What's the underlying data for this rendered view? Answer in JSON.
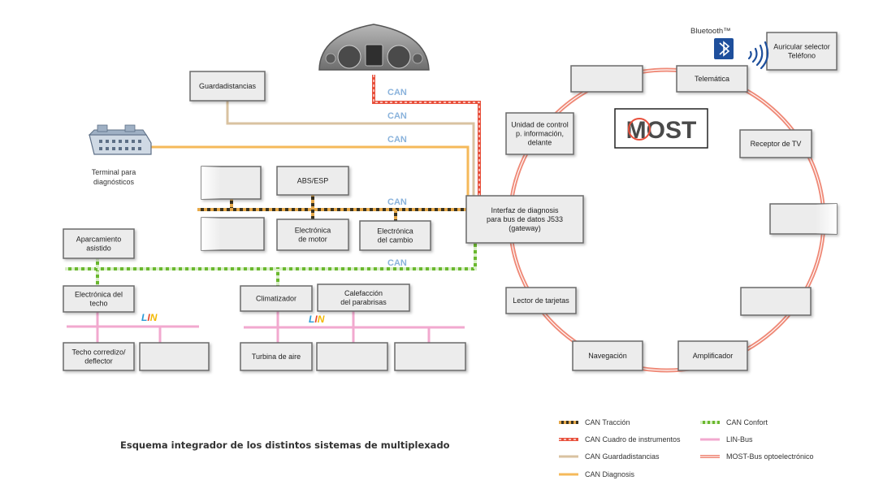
{
  "boxes": {
    "guardadistancias": [
      "Guardadistancias"
    ],
    "abs_esp": [
      "ABS/ESP"
    ],
    "electronica_motor": [
      "Electrónica",
      "de motor"
    ],
    "electronica_cambio": [
      "Electrónica",
      "del cambio"
    ],
    "gateway": [
      "Interfaz de diagnosis",
      "para bus de datos J533",
      "(gateway)"
    ],
    "aparcamiento": [
      "Aparcamiento",
      "asistido"
    ],
    "electronica_techo": [
      "Electrónica del",
      "techo"
    ],
    "climatizador": [
      "Climatizador"
    ],
    "calefaccion": [
      "Calefacción",
      "del parabrisas"
    ],
    "techo_corredizo": [
      "Techo corredizo/",
      "deflector"
    ],
    "turbina": [
      "Turbina de aire"
    ],
    "unidad_control": [
      "Unidad de control",
      "p. información,",
      "delante"
    ],
    "telematica": [
      "Telemática"
    ],
    "receptor_tv": [
      "Receptor de TV"
    ],
    "lector_tarjetas": [
      "Lector de tarjetas"
    ],
    "navegacion": [
      "Navegación"
    ],
    "amplificador": [
      "Amplificador"
    ],
    "auricular": [
      "Auricular selector",
      "Teléfono"
    ]
  },
  "labels": {
    "terminal": [
      "Terminal para",
      "diagnósticos"
    ],
    "bluetooth": "Bluetooth™",
    "can": "CAN",
    "lin": "LIN",
    "most_logo": "MOST"
  },
  "caption": "Esquema integrador de los distintos sistemas de multiplexado",
  "legend": [
    {
      "label": "CAN Tracción",
      "pattern": "traccion"
    },
    {
      "label": "CAN Cuadro de instrumentos",
      "pattern": "cuadro"
    },
    {
      "label": "CAN Guardadistancias",
      "pattern": "guarda"
    },
    {
      "label": "CAN Diagnosis",
      "pattern": "diag"
    },
    {
      "label": "CAN Confort",
      "pattern": "confort"
    },
    {
      "label": "LIN-Bus",
      "pattern": "lin"
    },
    {
      "label": "MOST-Bus optoelectrónico",
      "pattern": "most"
    }
  ],
  "colors": {
    "box_fill": "#ececec",
    "box_stroke": "#6a6a6a",
    "can_label": "#8ab3dc",
    "traccion_a": "#3a3320",
    "traccion_b": "#e6a94a",
    "cuadro_a": "#e8503c",
    "cuadro_b": "#ffffff",
    "guarda": "#d9c2a0",
    "diag": "#f5b95a",
    "confort_a": "#6ab82e",
    "confort_b": "#d8eec6",
    "lin": "#f2a9cf",
    "most": "#ef8a78",
    "bluetooth": "#1e4f9c"
  }
}
